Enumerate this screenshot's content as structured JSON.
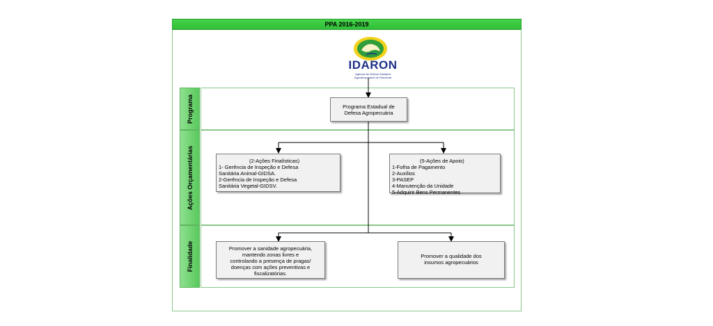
{
  "header": {
    "title": "PPA 2016-2019"
  },
  "logo": {
    "name": "IDARON",
    "subtitle_lines": [
      "Agência de Defesa Sanitária",
      "Agrosilvopastoril de Rondônia"
    ]
  },
  "lanes": {
    "programa": "Programa",
    "acoes": "Ações Orçamentárias",
    "finalidade": "Finalidade"
  },
  "boxes": {
    "programa": {
      "lines": [
        "Programa Estadual de",
        "Defesa Agropecuária"
      ]
    },
    "finalisticas": {
      "lines": [
        "(2-Ações Finalísticas)",
        "1- Gerência de Inspeção e Defesa",
        "Sanitária Animal-GIDSA.",
        "2-Gerência de Inspeção e Defesa",
        "Sanitária Vegetal-GIDSV."
      ]
    },
    "apoio": {
      "lines": [
        "(5-Ações de Apoio)",
        "1-Folha de Pagamento",
        "2-Auxílios",
        "3-PASEP",
        "4-Manutenção da Unidade",
        "5-Adquirir Bens Permanentes"
      ]
    },
    "finalidade_left": {
      "lines": [
        "Promover a sanidade agropecuária,",
        "mantendo zonas livres e",
        "controlando a presença de pragas/",
        "doenças com ações preventivas e",
        "fiscalizatórias."
      ]
    },
    "finalidade_right": {
      "lines": [
        "Promover a qualidade dos",
        "insumos agropecuários"
      ]
    }
  },
  "colors": {
    "header_green": "#3ccb41",
    "tab_green": "#6fd473",
    "logo_blue": "#1e2f86",
    "logo_yellow": "#f2d21a"
  }
}
